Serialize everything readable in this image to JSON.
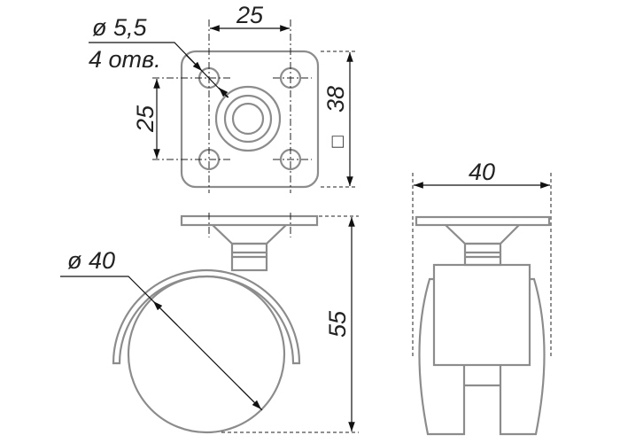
{
  "top_view": {
    "hole_spacing_x": "25",
    "hole_spacing_y": "25",
    "plate_size": "38",
    "plate_square_symbol": "□",
    "hole_diameter": "ø 5,5",
    "hole_count": "4 отв."
  },
  "side_view": {
    "wheel_diameter": "ø 40",
    "height": "55"
  },
  "front_view": {
    "width": "40"
  },
  "colors": {
    "part_outline": "#8c8c8c",
    "dimension": "#111111"
  }
}
